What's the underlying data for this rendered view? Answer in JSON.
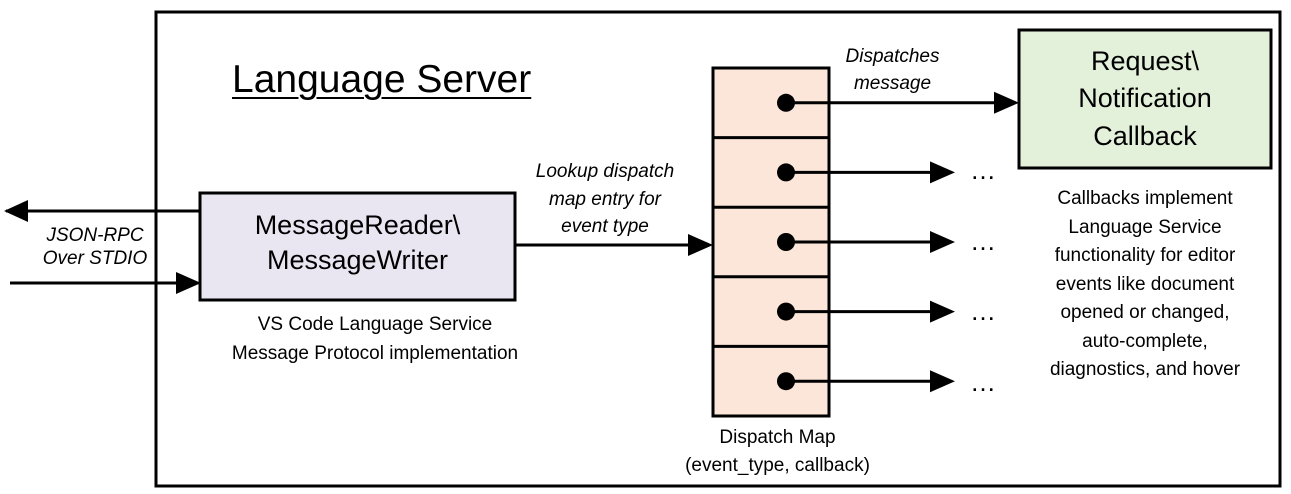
{
  "server": {
    "title": "Language Server"
  },
  "io": {
    "label": "JSON-RPC\nOver STDIO"
  },
  "reader_writer": {
    "label": "MessageReader\\\nMessageWriter",
    "caption": "VS Code Language Service\nMessage Protocol implementation",
    "fill": "#e9e6f2"
  },
  "lookup": {
    "label": "Lookup dispatch\nmap entry for\nevent type"
  },
  "dispatch_map": {
    "caption": "Dispatch Map\n(event_type, callback)",
    "entry_count": 5,
    "fill": "#fce6d9"
  },
  "dispatches": {
    "label": "Dispatches\nmessage"
  },
  "callback": {
    "label": "Request\\\nNotification\nCallback",
    "fill": "#e3f0da"
  },
  "ellipsis": "…",
  "callbacks_note": "Callbacks implement\nLanguage Service\nfunctionality for editor\nevents like document\nopened or changed,\nauto-complete,\ndiagnostics, and hover"
}
